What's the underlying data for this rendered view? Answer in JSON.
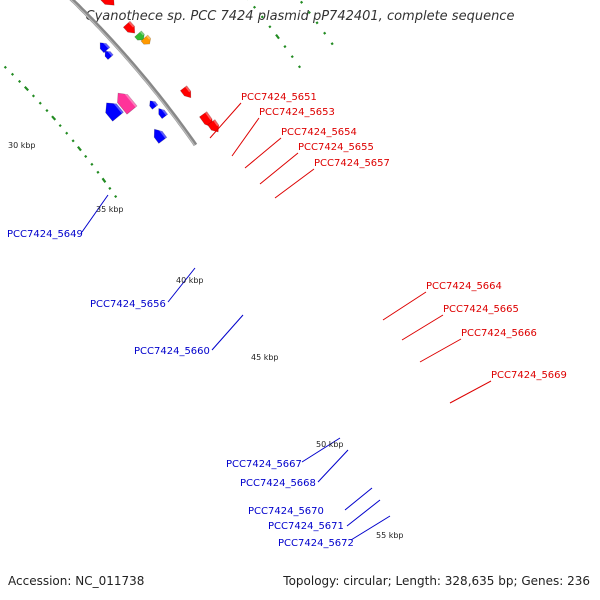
{
  "title": "Cyanothece sp. PCC 7424 plasmid pP742401, complete sequence",
  "footer": {
    "accession": "Accession: NC_011738",
    "summary": "Topology: circular; Length: 328,635 bp; Genes: 236"
  },
  "colors": {
    "forward_red": "#ff0000",
    "reverse_blue": "#0000ff",
    "pink": "#ff3399",
    "grey": "#555555",
    "green_tick": "#228b22",
    "backbone": "#888888",
    "label_red": "#dd0000",
    "label_blue": "#0000cc"
  },
  "kbp_markers": [
    "30 kbp",
    "35 kbp",
    "40 kbp",
    "45 kbp",
    "50 kbp",
    "55 kbp"
  ],
  "gene_labels_forward": [
    "PCC7424_5651",
    "PCC7424_5653",
    "PCC7424_5654",
    "PCC7424_5655",
    "PCC7424_5657",
    "PCC7424_5664",
    "PCC7424_5665",
    "PCC7424_5666",
    "PCC7424_5669"
  ],
  "gene_labels_reverse": [
    "PCC7424_5649",
    "PCC7424_5656",
    "PCC7424_5660",
    "PCC7424_5667",
    "PCC7424_5668",
    "PCC7424_5670",
    "PCC7424_5671",
    "PCC7424_5672"
  ]
}
